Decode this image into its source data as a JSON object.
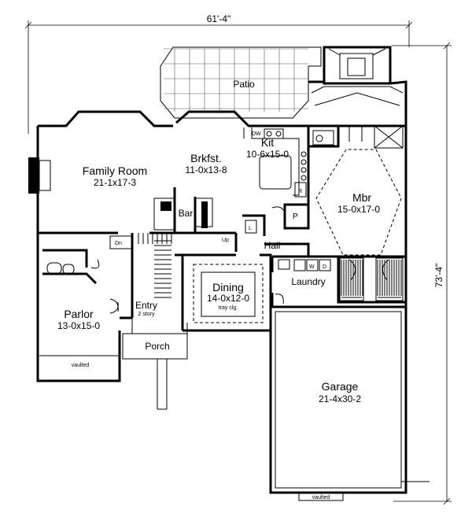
{
  "dimensions": {
    "width": "61'-4\"",
    "depth": "73'-4\""
  },
  "rooms": {
    "patio": {
      "name": "Patio"
    },
    "family_room": {
      "name": "Family Room",
      "size": "21-1x17-3"
    },
    "breakfast": {
      "name": "Brkfst.",
      "size": "11-0x13-8"
    },
    "kitchen": {
      "name": "Kit",
      "size": "10-6x15-0"
    },
    "mbr": {
      "name": "Mbr",
      "size": "15-0x17-0"
    },
    "bar": {
      "name": "Bar"
    },
    "hall": {
      "name": "Hall"
    },
    "dining": {
      "name": "Dining",
      "size": "14-0x12-0",
      "note": "tray clg."
    },
    "laundry": {
      "name": "Laundry"
    },
    "parlor": {
      "name": "Parlor",
      "size": "13-0x15-0",
      "note": "vaulted"
    },
    "entry": {
      "name": "Entry",
      "note": "2 story"
    },
    "porch": {
      "name": "Porch"
    },
    "garage": {
      "name": "Garage",
      "size": "21-4x30-2",
      "note": "vaulted"
    }
  },
  "fixtures": {
    "dw": "DW",
    "pantry": "P",
    "refrigerator": "R",
    "linen": "L",
    "washer": "W",
    "dryer": "D",
    "down": "Dn",
    "up": "Up"
  }
}
